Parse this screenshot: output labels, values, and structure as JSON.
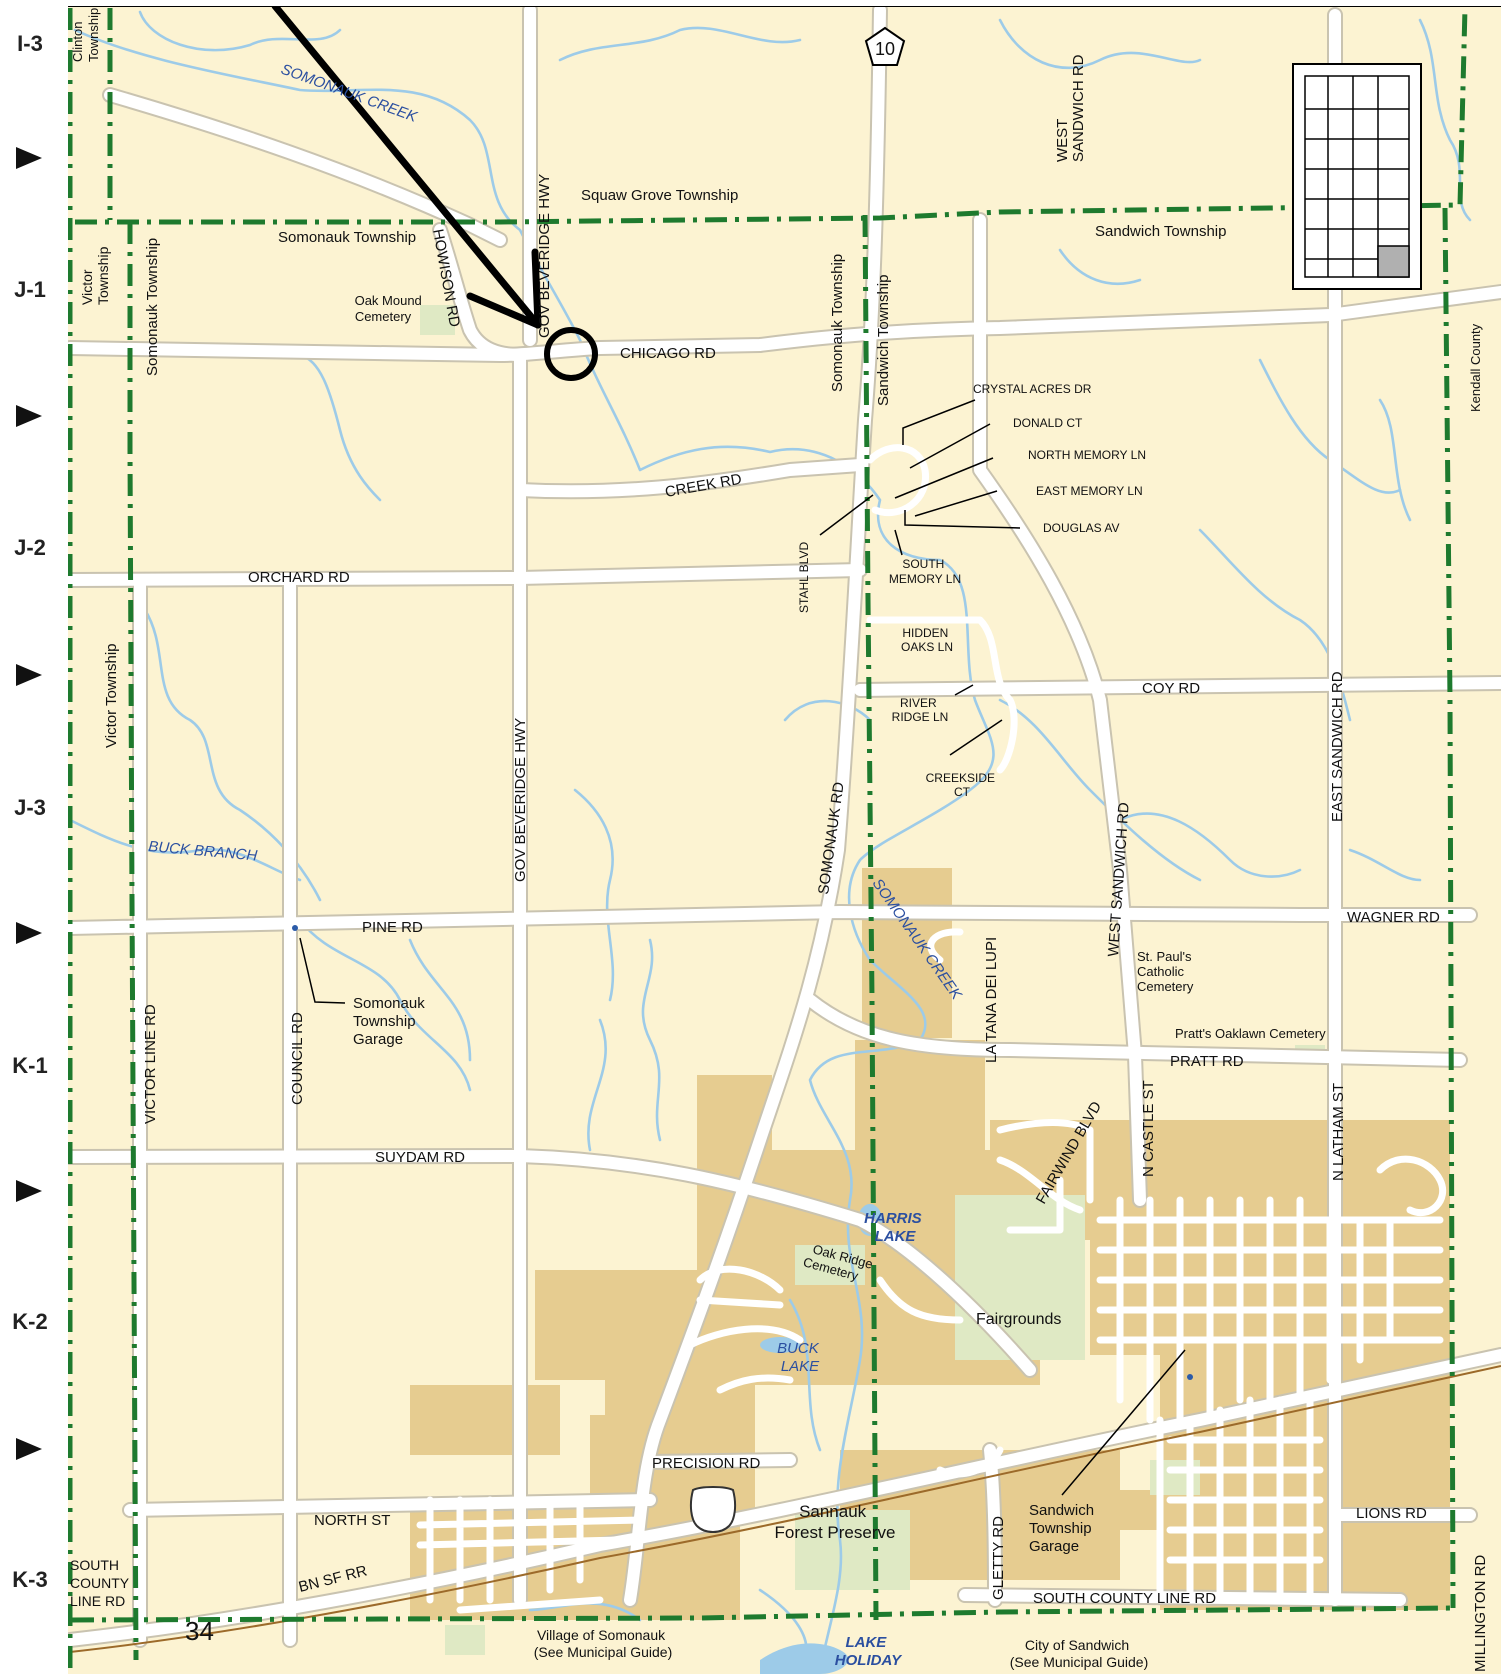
{
  "map": {
    "colors": {
      "land": "#fcf3d2",
      "urban": "#e6cc90",
      "park": "#dfe9c4",
      "road": "#ffffff",
      "road_edge": "#c9c3b0",
      "water": "#9dcbe8",
      "boundary": "#1e7a2e",
      "highlight": "#000000",
      "railroad": "#9c6a2a"
    },
    "grid_rows": [
      "I-3",
      "J-1",
      "J-2",
      "J-3",
      "K-1",
      "K-2",
      "K-3"
    ],
    "route_shield": "10",
    "page_number": "34",
    "roads": {
      "chicago": "CHICAGO RD",
      "creek": "CREEK RD",
      "orchard": "ORCHARD RD",
      "pine": "PINE RD",
      "suydam": "SUYDAM RD",
      "pratt": "PRATT RD",
      "coy": "COY RD",
      "wagner": "WAGNER  RD",
      "precision": "PRECISION RD",
      "north_st": "NORTH ST",
      "lions": "LIONS RD",
      "south_county_line": "SOUTH COUNTY LINE RD",
      "south_county_line_left": [
        "SOUTH",
        "COUNTY",
        "LINE RD"
      ],
      "gov_beveridge_n": "GOV BEVERIDGE HWY",
      "gov_beveridge_s": "GOV BEVERIDGE HWY",
      "howison": "HOWISON RD",
      "somonauk": "SOMONAUK RD",
      "west_sandwich": "WEST SANDWICH RD",
      "west_sandwich_n": [
        "WEST",
        "SANDWICH  RD"
      ],
      "east_sandwich": "EAST SANDWICH RD",
      "victor_line": "VICTOR LINE RD",
      "council": "COUNCIL RD",
      "stahl": "STAHL BLVD",
      "la_tana": "LA TANA DEI LUPI",
      "fairwind": "FAIRWIND BLVD",
      "n_castle": "N CASTLE ST",
      "n_latham": "N LATHAM ST",
      "gletty": "GLETTY RD",
      "millington": "MILLINGTON RD",
      "crystal_acres": "CRYSTAL ACRES DR",
      "donald": "DONALD CT",
      "north_memory": "NORTH MEMORY LN",
      "east_memory": "EAST MEMORY LN",
      "douglas": "DOUGLAS AV",
      "south_memory": [
        "SOUTH",
        "MEMORY LN"
      ],
      "hidden_oaks": [
        "HIDDEN",
        "OAKS LN"
      ],
      "river_ridge": [
        "RIVER",
        "RIDGE LN"
      ],
      "creekside": [
        "CREEKSIDE",
        "CT"
      ],
      "railroad": "BN SF  RR"
    },
    "townships": {
      "clinton": [
        "Clinton",
        "Township"
      ],
      "squaw_grove": "Squaw Grove Township",
      "somonauk_top": "Somonauk Township",
      "somonauk_left": "Somonauk Township",
      "somonauk_mid": "Somonauk Township",
      "sandwich_top": "Sandwich Township",
      "sandwich_mid": "Sandwich Township",
      "victor_top": [
        "Victor",
        "Township"
      ],
      "victor_left": "Victor Township",
      "kendall": "Kendall County"
    },
    "water": {
      "somonauk_creek_n": "SOMONAUK CREEK",
      "somonauk_creek_s": "SOMONAUK CREEK",
      "buck_branch": "BUCK BRANCH",
      "harris_lake": [
        "HARRIS",
        "LAKE"
      ],
      "buck_lake": [
        "BUCK",
        "LAKE"
      ],
      "lake_holiday": [
        "LAKE",
        "HOLIDAY"
      ]
    },
    "places": {
      "oak_mound": [
        "Oak Mound",
        "Cemetery"
      ],
      "oak_ridge": [
        "Oak Ridge",
        "Cemetery"
      ],
      "st_pauls": [
        "St. Paul's",
        "Catholic",
        "Cemetery"
      ],
      "pratts": "Pratt's Oaklawn Cemetery",
      "fairgrounds": "Fairgrounds",
      "sannauk": [
        "Sannauk",
        "Forest Preserve"
      ],
      "somonauk_garage": [
        "Somonauk",
        "Township",
        "Garage"
      ],
      "sandwich_garage": [
        "Sandwich",
        "Township",
        "Garage"
      ],
      "village_somonauk": [
        "Village of Somonauk",
        "(See Municipal Guide)"
      ],
      "city_sandwich": [
        "City of Sandwich",
        "(See Municipal Guide)"
      ]
    }
  }
}
